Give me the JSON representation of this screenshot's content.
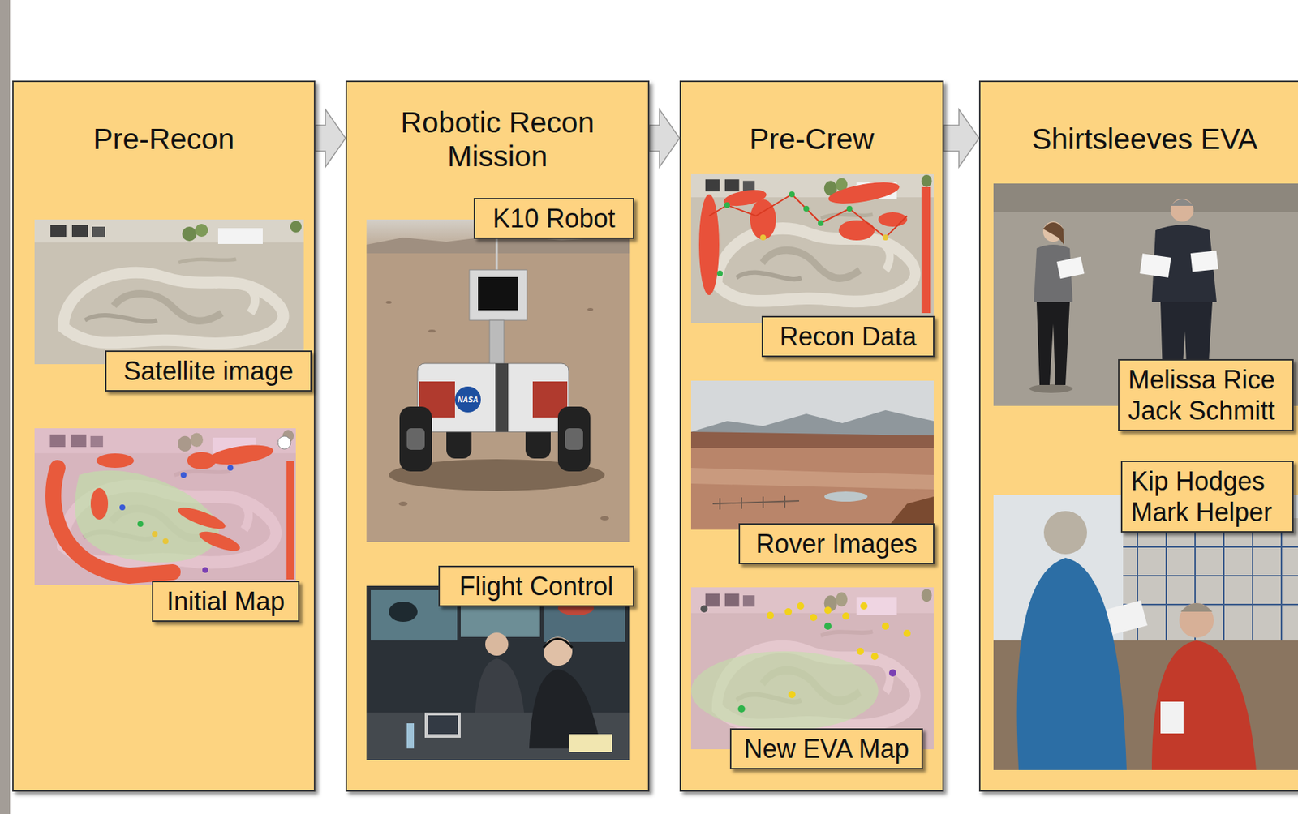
{
  "diagram": {
    "nodes": [
      {
        "text": [
          "Pre-Recon"
        ]
      },
      {
        "text": [
          "Satellite image"
        ],
        "in": 0
      },
      {
        "text": [
          "Initial Map"
        ],
        "in": 0
      },
      {
        "text": [
          "Robotic Recon Mission"
        ]
      },
      {
        "text": [
          "K10 Robot"
        ],
        "in": 3
      },
      {
        "text": [
          "Flight Control"
        ],
        "in": 3
      },
      {
        "text": [
          "Pre-Crew"
        ]
      },
      {
        "text": [
          "Recon Data"
        ],
        "in": 6
      },
      {
        "text": [
          "Rover Images"
        ],
        "in": 6
      },
      {
        "text": [
          "New EVA Map"
        ],
        "in": 6
      },
      {
        "text": [
          "Shirtsleeves EVA"
        ]
      },
      {
        "text": [
          "Melissa Rice Jack Schmitt"
        ],
        "in": 10
      },
      {
        "text": [
          "Kip Hodges Mark Helper"
        ],
        "in": 10
      }
    ],
    "edges": [
      {
        "from": 0,
        "to": 3,
        "arrow": "to"
      },
      {
        "from": 3,
        "to": 6,
        "arrow": "to"
      },
      {
        "from": 6,
        "to": 10,
        "arrow": "to"
      }
    ],
    "labels": [
      "NASA"
    ]
  }
}
